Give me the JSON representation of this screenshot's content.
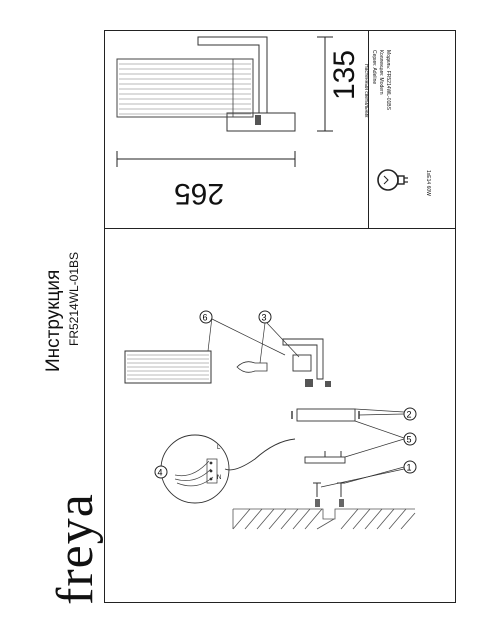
{
  "brand": {
    "logo_text": "freya"
  },
  "header": {
    "title": "Инструкция",
    "model_code": "FR5214WL-01BS"
  },
  "specs": {
    "model_label": "Модель:",
    "model_value": "FR5214WL-01BS",
    "collection_label": "Коллекция:",
    "collection_value": "Modern",
    "series_label": "Серия:",
    "series_value": "Adeline",
    "type_value": "Настенный светильник",
    "bulb_label": "1xE14 60W"
  },
  "dimensions": {
    "width": "265",
    "height": "135"
  },
  "callouts": [
    "1",
    "2",
    "3",
    "4",
    "5",
    "6"
  ],
  "wiring": {
    "live": "L",
    "neutral": "N"
  }
}
